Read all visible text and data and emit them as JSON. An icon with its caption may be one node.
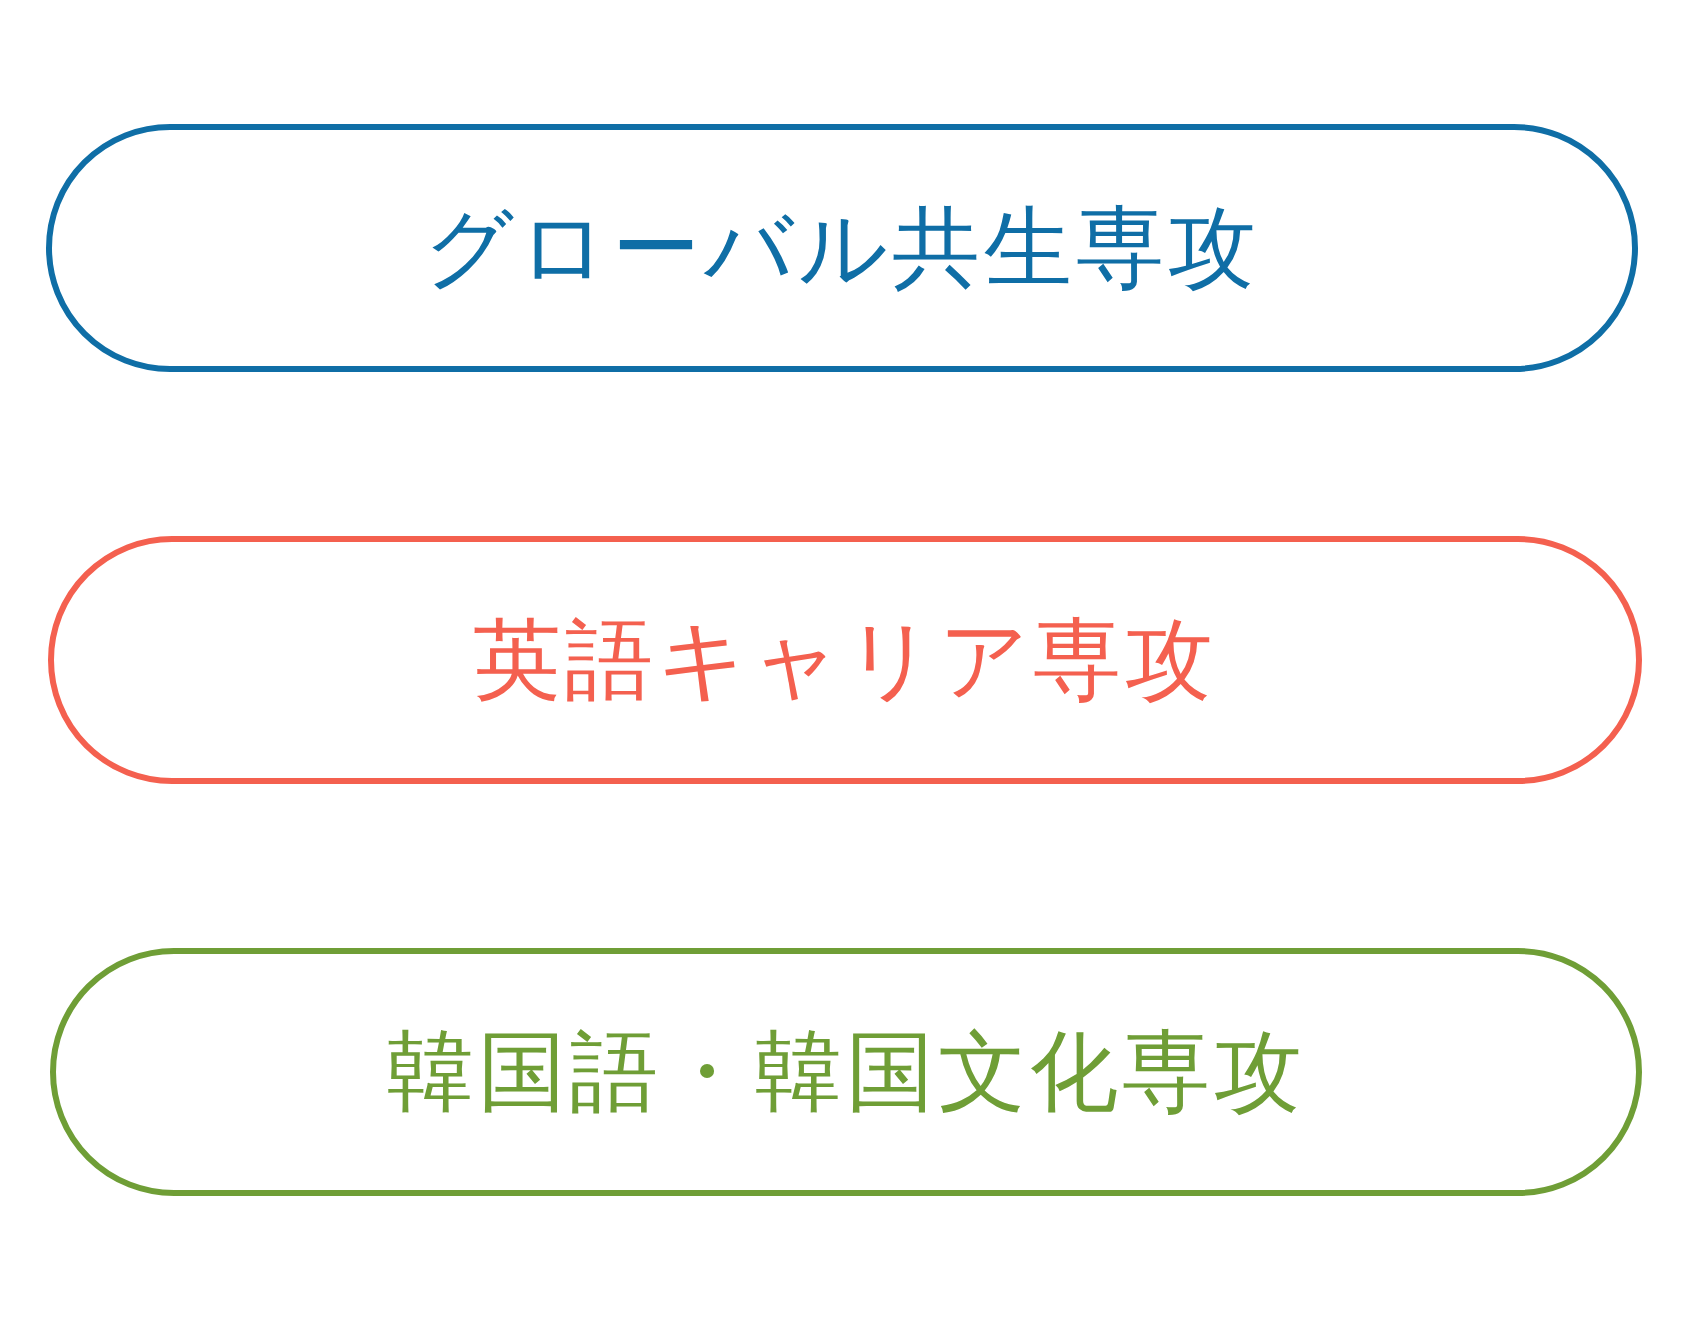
{
  "diagram": {
    "nodes": [
      {
        "text": [
          "グローバル共生専攻"
        ]
      },
      {
        "text": [
          "英語キャリア専攻"
        ]
      },
      {
        "text": [
          "韓国語・韓国文化専攻"
        ]
      }
    ]
  }
}
